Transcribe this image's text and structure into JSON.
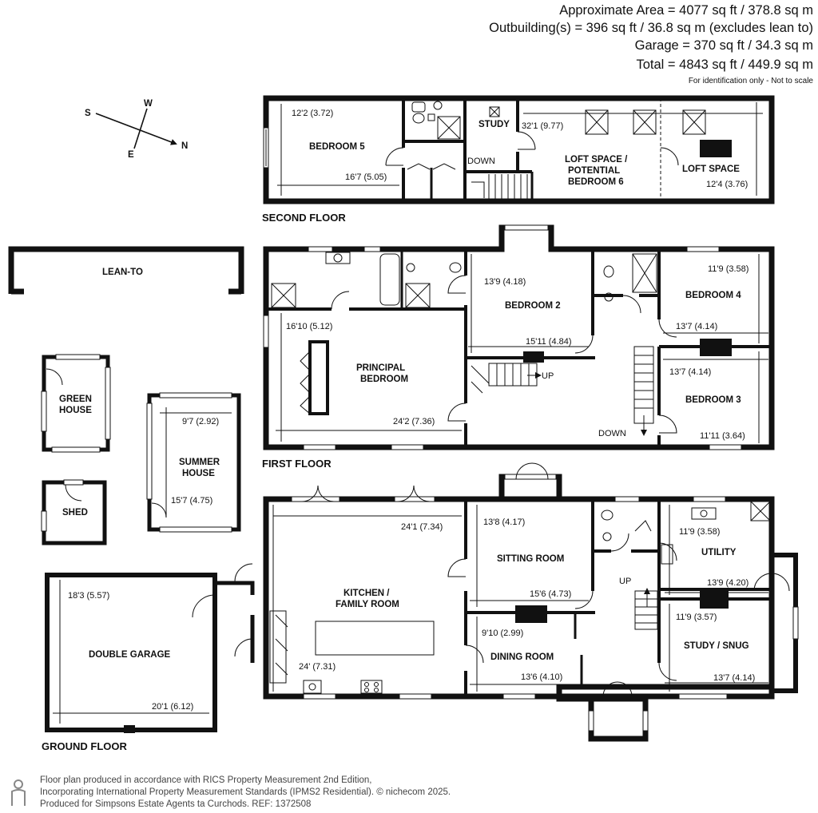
{
  "areas": {
    "approximate": "Approximate Area = 4077 sq ft / 378.8 sq m",
    "outbuildings": "Outbuilding(s) = 396 sq ft / 36.8 sq m (excludes lean to)",
    "garage": "Garage = 370 sq ft / 34.3 sq m",
    "total": "Total = 4843 sq ft / 449.9 sq m",
    "note": "For identification only - Not to scale"
  },
  "compass": {
    "s": "S",
    "w": "W",
    "e": "E",
    "n": "N"
  },
  "second_floor": {
    "label": "SECOND FLOOR",
    "bedroom5": {
      "name": "BEDROOM 5",
      "dim1": "12'2 (3.72)",
      "dim2": "16'7 (5.05)"
    },
    "study": {
      "name": "STUDY",
      "down": "DOWN"
    },
    "loft": {
      "name1": "LOFT SPACE /",
      "name2": "POTENTIAL",
      "name3": "BEDROOM 6",
      "dim1": "32'1 (9.77)"
    },
    "loft2": {
      "name": "LOFT SPACE",
      "dim1": "12'4 (3.76)"
    }
  },
  "first_floor": {
    "label": "FIRST FLOOR",
    "principal": {
      "name1": "PRINCIPAL",
      "name2": "BEDROOM",
      "dim1": "16'10 (5.12)",
      "dim2": "24'2 (7.36)"
    },
    "bedroom2": {
      "name": "BEDROOM 2",
      "dim1": "13'9 (4.18)",
      "dim2": "15'11 (4.84)"
    },
    "bedroom4": {
      "name": "BEDROOM 4",
      "dim1": "11'9 (3.58)",
      "dim2": "13'7 (4.14)"
    },
    "bedroom3": {
      "name": "BEDROOM 3",
      "dim1": "13'7 (4.14)",
      "dim2": "11'11 (3.64)"
    },
    "up": "UP",
    "down": "DOWN"
  },
  "outbuildings": {
    "lean_to": "LEAN-TO",
    "green1": "GREEN",
    "green2": "HOUSE",
    "summer1": "SUMMER",
    "summer2": "HOUSE",
    "summer_dim1": "9'7 (2.92)",
    "summer_dim2": "15'7 (4.75)",
    "shed": "SHED"
  },
  "ground_floor": {
    "label": "GROUND FLOOR",
    "garage": {
      "name": "DOUBLE GARAGE",
      "dim1": "18'3 (5.57)",
      "dim2": "20'1 (6.12)"
    },
    "kitchen": {
      "name1": "KITCHEN /",
      "name2": "FAMILY ROOM",
      "dim1": "24'1 (7.34)",
      "dim2": "24' (7.31)"
    },
    "sitting": {
      "name": "SITTING ROOM",
      "dim1": "13'8 (4.17)",
      "dim2": "15'6 (4.73)"
    },
    "dining": {
      "name": "DINING ROOM",
      "dim1": "9'10 (2.99)",
      "dim2": "13'6 (4.10)"
    },
    "utility": {
      "name": "UTILITY",
      "dim1": "11'9 (3.58)",
      "dim2": "13'9 (4.20)"
    },
    "study": {
      "name": "STUDY / SNUG",
      "dim1": "11'9 (3.57)",
      "dim2": "13'7 (4.14)"
    },
    "up": "UP"
  },
  "footer": {
    "line1": "Floor plan produced in accordance with RICS Property Measurement 2nd Edition,",
    "line2": "Incorporating International Property Measurement Standards (IPMS2 Residential).  © nichecom 2025.",
    "line3": "Produced for Simpsons Estate Agents ta Curchods.   REF: 1372508"
  }
}
